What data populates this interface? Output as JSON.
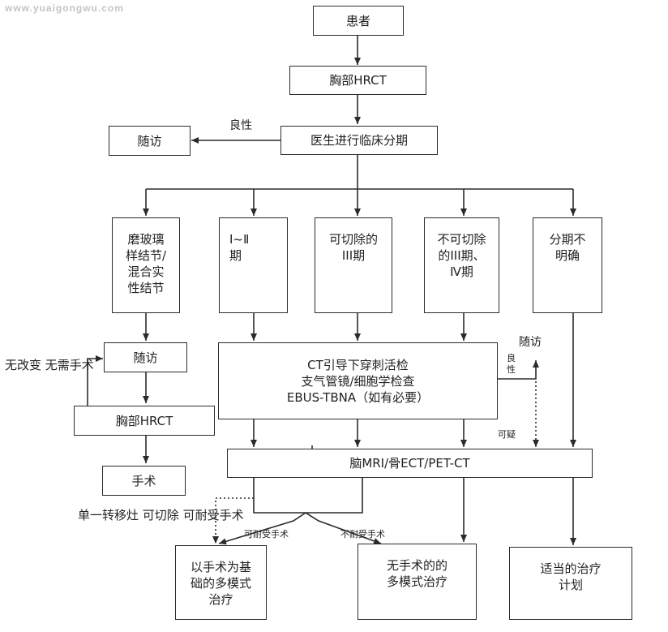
{
  "watermark": "www.yuaigongwu.com",
  "nodes": {
    "patient": "患者",
    "chest_hrct_top": "胸部HRCT",
    "clinical_staging": "医生进行临床分期",
    "follow_up_top": "随访",
    "ggo": [
      "磨玻璃",
      "样结节/",
      "混合实",
      "性结节"
    ],
    "stage_1_2": [
      "Ⅰ~Ⅱ",
      "期"
    ],
    "resectable_3": [
      "可切除的",
      "III期"
    ],
    "unresectable": [
      "不可切除",
      "的III期、",
      "Ⅳ期"
    ],
    "unclear_stage": [
      "分期不",
      "明确"
    ],
    "follow_up_mid": "随访",
    "chest_hrct_left": "胸部HRCT",
    "surgery": "手术",
    "biopsy": [
      "CT引导下穿刺活检",
      "支气管镜/细胞学检查",
      "EBUS-TBNA（如有必要）"
    ],
    "brain_mri": "脑MRI/骨ECT/PET-CT",
    "multimodal_surgery": [
      "以手术为基",
      "础的多模式",
      "治疗"
    ],
    "non_surgical": [
      "无手术的的",
      "多模式治疗"
    ],
    "treatment_plan": [
      "适当的治疗",
      "计划"
    ]
  },
  "labels": {
    "benign_top": "良性",
    "follow_up_right": "随访",
    "benign_right": [
      "良",
      "性"
    ],
    "suspicious": "可疑",
    "tolerable": "可耐受手术",
    "intolerable": "不耐受手术"
  },
  "notes": {
    "no_change": [
      "无改变",
      "无需手术"
    ],
    "single_metastasis": [
      "单一转移灶",
      "可切除",
      "可耐受手术"
    ]
  },
  "colors": {
    "line": "#2b2b2b",
    "border": "#2b2b2b",
    "background": "#ffffff",
    "watermark": "#c4c4c4"
  }
}
